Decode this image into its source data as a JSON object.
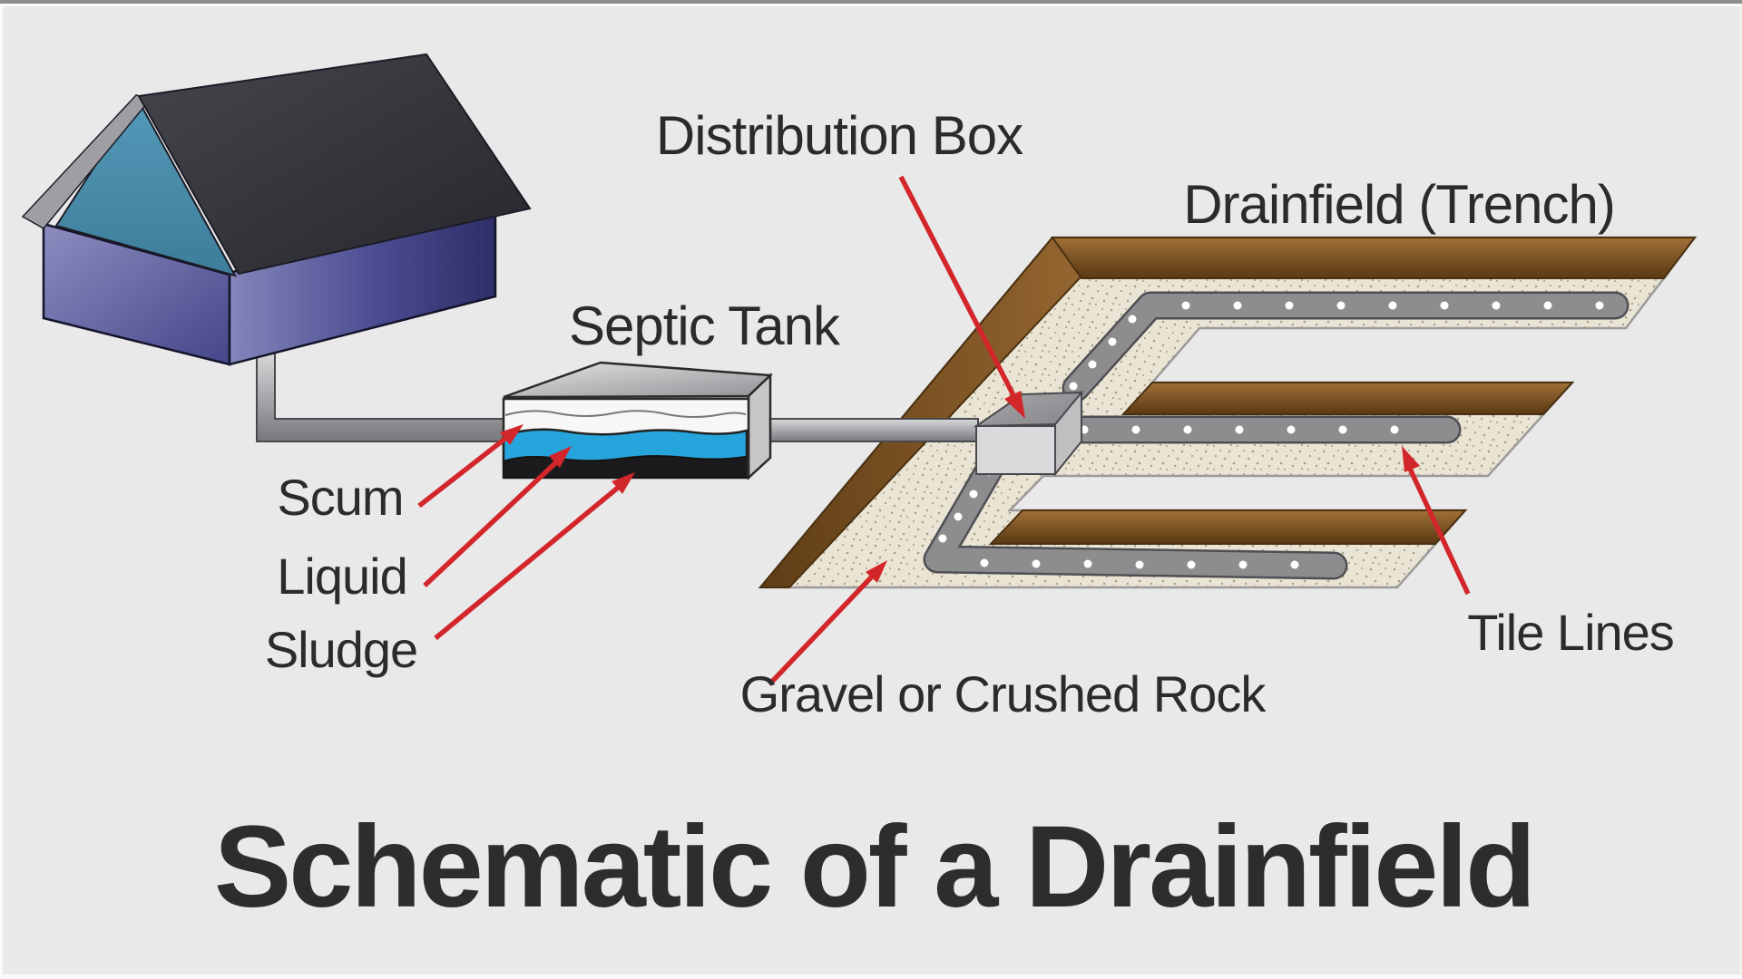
{
  "title": "Schematic of a Drainfield",
  "labels": {
    "septic_tank": "Septic Tank",
    "distribution_box": "Distribution Box",
    "drainfield_trench": "Drainfield (Trench)",
    "scum": "Scum",
    "liquid": "Liquid",
    "sludge": "Sludge",
    "tile_lines": "Tile Lines",
    "gravel_or_crushed_rock": "Gravel or Crushed Rock"
  },
  "colors": {
    "background": "#e9e9ea",
    "label_text": "#2c2a2b",
    "arrow_red": "#d3262a",
    "soil_brown": "#7a4e1f",
    "gravel_beige": "#eae4d4",
    "tile_pipe_gray": "#8d8d90",
    "liquid_blue": "#25a5dc",
    "sludge_black": "#1b1b1d",
    "house_wall_purple": "#55549a",
    "house_gable_teal": "#4a8fae",
    "roof_charcoal": "#333338"
  }
}
